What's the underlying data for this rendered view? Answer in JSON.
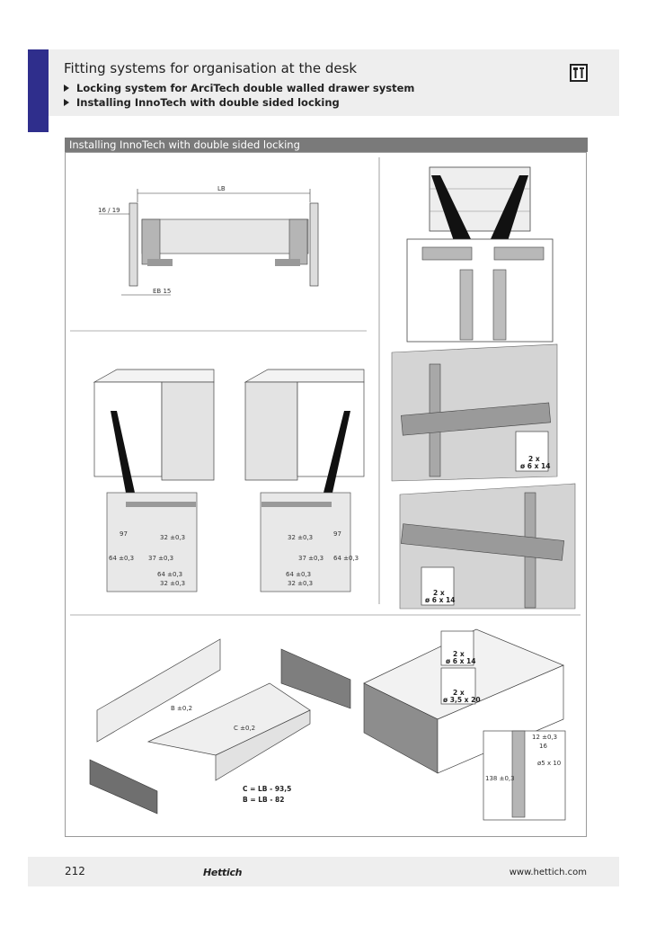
{
  "header": {
    "title": "Fitting systems for organisation at the desk",
    "subtitles": [
      "Locking system for ArciTech double walled drawer system",
      "Installing InnoTech with double sided locking"
    ],
    "tool_icon": "tool-icon"
  },
  "section": {
    "title": "Installing InnoTech with double sided locking"
  },
  "figures": {
    "lb": "LB",
    "dim_16_19": "16 / 19",
    "eb": "EB 15",
    "d97": "97",
    "d64": "64 ±0,3",
    "d32a": "32 ±0,3",
    "d37": "37 ±0,3",
    "d64b": "64 ±0,3",
    "d32b": "32 ±0,3",
    "screw_qty": "2 x",
    "screw_size": "ø 6 x 14",
    "screw_size2": "ø 3,5 x 20",
    "b_dim": "B ±0,2",
    "c_dim": "C ±0,2",
    "formula1": "C = LB - 93,5",
    "formula2": "B = LB - 82",
    "d12": "12 ±0,3",
    "d16": "16",
    "d5x10": "ø5 x 10",
    "d138": "138 ±0,3"
  },
  "footer": {
    "page_number": "212",
    "logo": "Hettich",
    "url": "www.hettich.com"
  }
}
